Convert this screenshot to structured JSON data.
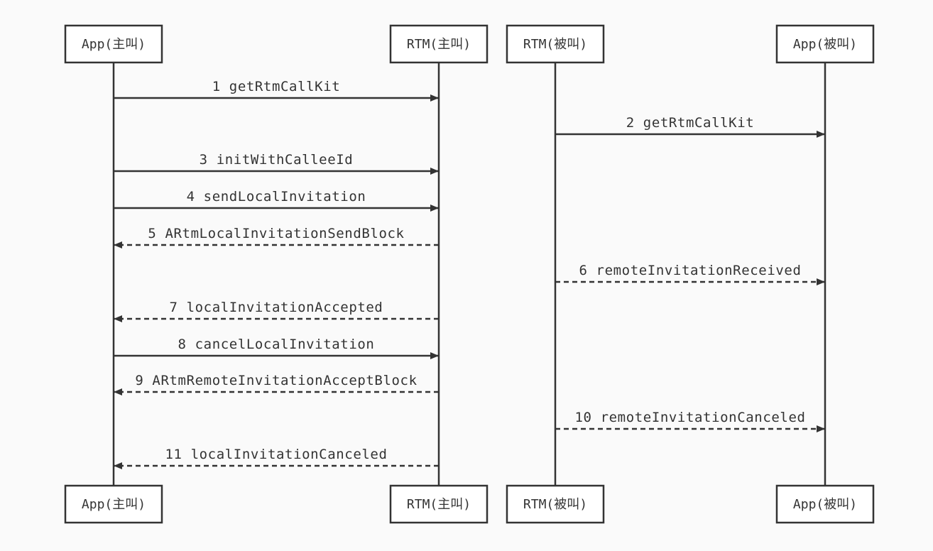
{
  "diagram": {
    "type": "sequence",
    "colors": {
      "line": "#333333",
      "box_fill": "#ffffff",
      "background": "#fafafa",
      "text": "#333333"
    },
    "participants": [
      {
        "id": "app-caller",
        "label": "App(主叫)"
      },
      {
        "id": "rtm-caller",
        "label": "RTM(主叫)"
      },
      {
        "id": "rtm-callee",
        "label": "RTM(被叫)"
      },
      {
        "id": "app-callee",
        "label": "App(被叫)"
      }
    ],
    "messages": [
      {
        "label": "1 getRtmCallKit",
        "from": "app-caller",
        "to": "rtm-caller",
        "style": "solid"
      },
      {
        "label": "2 getRtmCallKit",
        "from": "rtm-callee",
        "to": "app-callee",
        "style": "solid"
      },
      {
        "label": "3 initWithCalleeId",
        "from": "app-caller",
        "to": "rtm-caller",
        "style": "solid"
      },
      {
        "label": "4 sendLocalInvitation",
        "from": "app-caller",
        "to": "rtm-caller",
        "style": "solid"
      },
      {
        "label": "5 ARtmLocalInvitationSendBlock",
        "from": "rtm-caller",
        "to": "app-caller",
        "style": "dashed"
      },
      {
        "label": "6 remoteInvitationReceived",
        "from": "rtm-callee",
        "to": "app-callee",
        "style": "dashed"
      },
      {
        "label": "7 localInvitationAccepted",
        "from": "rtm-caller",
        "to": "app-caller",
        "style": "dashed"
      },
      {
        "label": "8 cancelLocalInvitation",
        "from": "app-caller",
        "to": "rtm-caller",
        "style": "solid"
      },
      {
        "label": "9 ARtmRemoteInvitationAcceptBlock",
        "from": "rtm-caller",
        "to": "app-caller",
        "style": "dashed"
      },
      {
        "label": "10 remoteInvitationCanceled",
        "from": "rtm-callee",
        "to": "app-callee",
        "style": "dashed"
      },
      {
        "label": "11 localInvitationCanceled",
        "from": "rtm-caller",
        "to": "app-caller",
        "style": "dashed"
      }
    ]
  }
}
